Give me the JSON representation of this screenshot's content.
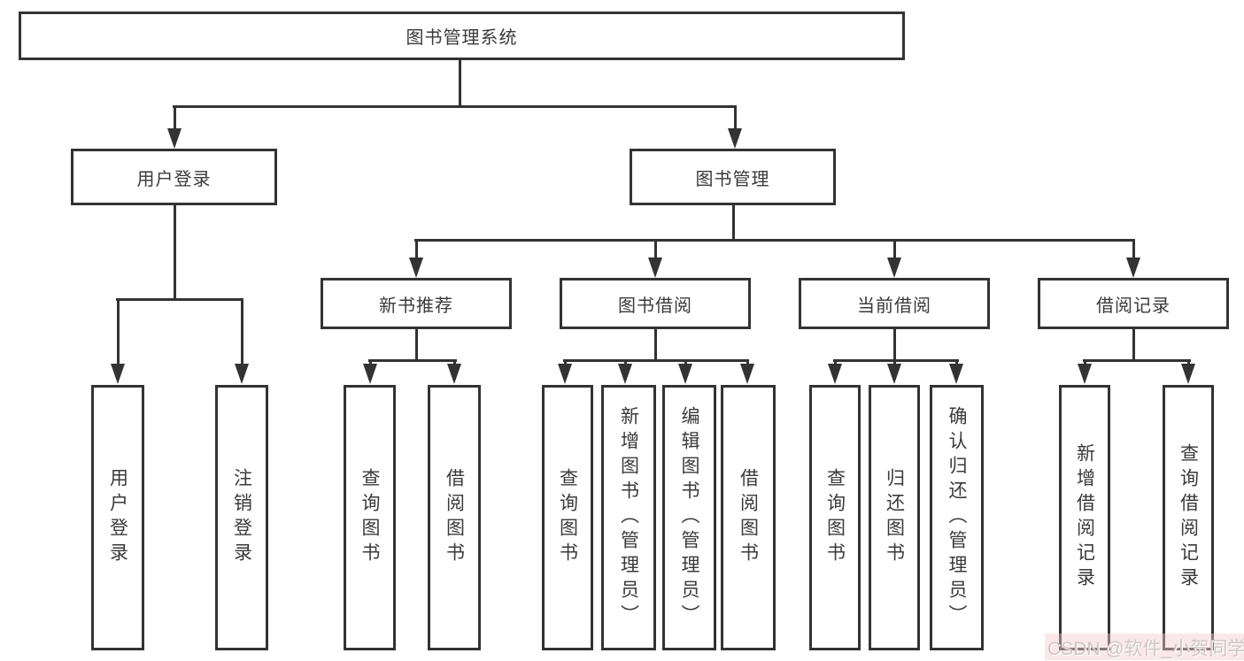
{
  "diagram": {
    "root_label": "图书管理系统",
    "level2": [
      "用户登录",
      "图书管理"
    ],
    "level3": [
      "新书推荐",
      "图书借阅",
      "当前借阅",
      "借阅记录"
    ],
    "leaves": {
      "user_login": [
        "用户登录",
        "注销登录"
      ],
      "new_books": [
        "查询图书",
        "借阅图书"
      ],
      "book_borrow": [
        "查询图书",
        "新增图书（管理员）",
        "编辑图书（管理员）",
        "借阅图书"
      ],
      "current_borrow": [
        "查询图书",
        "归还图书",
        "确认归还（管理员）"
      ],
      "borrow_records": [
        "新增借阅记录",
        "查询借阅记录"
      ]
    },
    "watermark": "CSDN @软件_小贺同学",
    "colors": {
      "line": "#333333",
      "text": "#3a3a3a",
      "background": "#ffffff",
      "watermark": "#cfc5c5"
    }
  }
}
